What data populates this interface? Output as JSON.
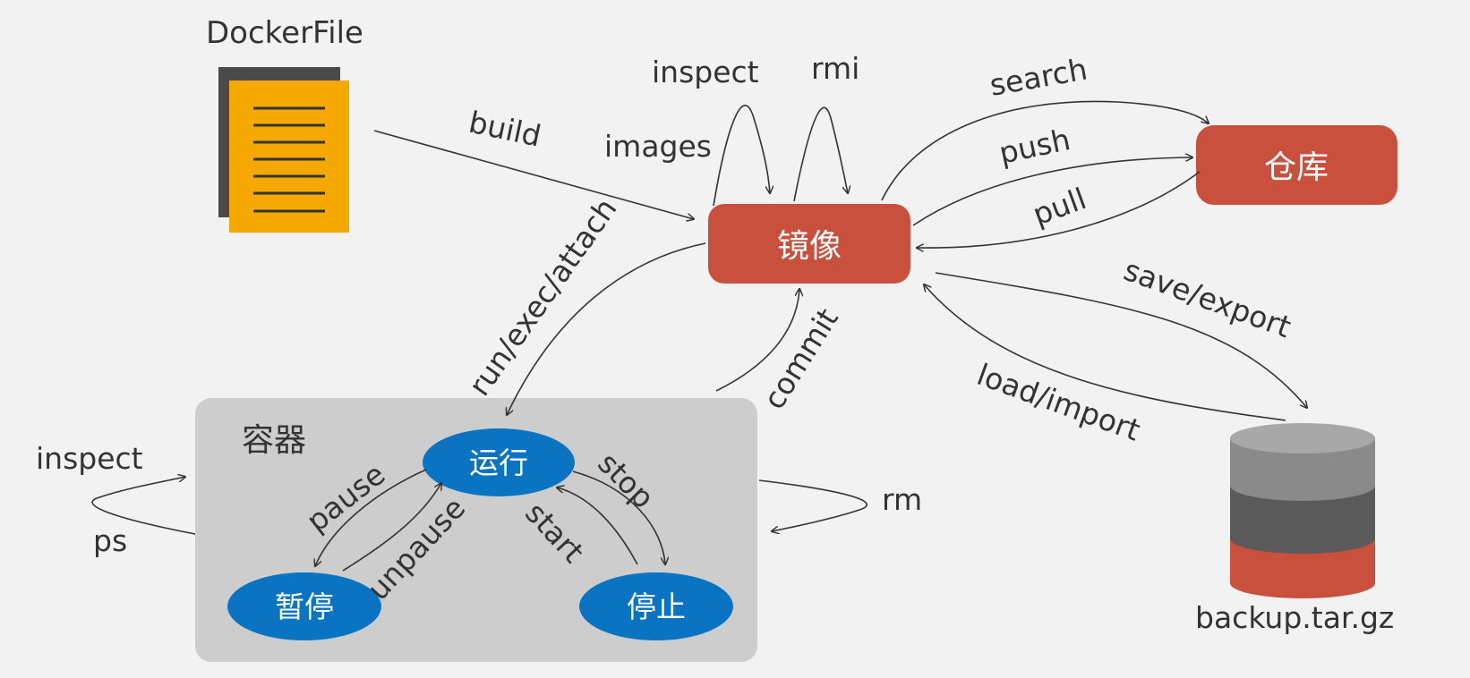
{
  "dockerfile": {
    "label": "DockerFile"
  },
  "nodes": {
    "image": "镜像",
    "registry": "仓库",
    "container_group": "容器",
    "running": "运行",
    "paused": "暂停",
    "stopped": "停止",
    "backup": "backup.tar.gz"
  },
  "edges": {
    "build": "build",
    "images": "images",
    "inspect_image": "inspect",
    "rmi": "rmi",
    "search": "search",
    "push": "push",
    "pull": "pull",
    "run": "run/exec/attach",
    "commit": "commit",
    "save": "save/export",
    "load": "load/import",
    "inspect_container": "inspect",
    "ps": "ps",
    "rm": "rm",
    "pause": "pause",
    "unpause": "unpause",
    "stop": "stop",
    "start": "start"
  },
  "colors": {
    "background": "#f2f2f2",
    "image_node": "#c9503c",
    "registry_node": "#c9503c",
    "state_node": "#0a73c2",
    "container_box": "#cdcdcd",
    "doc_front": "#f5a800",
    "doc_back": "#4a4a4a",
    "db_top": "#8a8a8a",
    "db_mid": "#5a5a5a",
    "db_bottom": "#c9503c"
  }
}
